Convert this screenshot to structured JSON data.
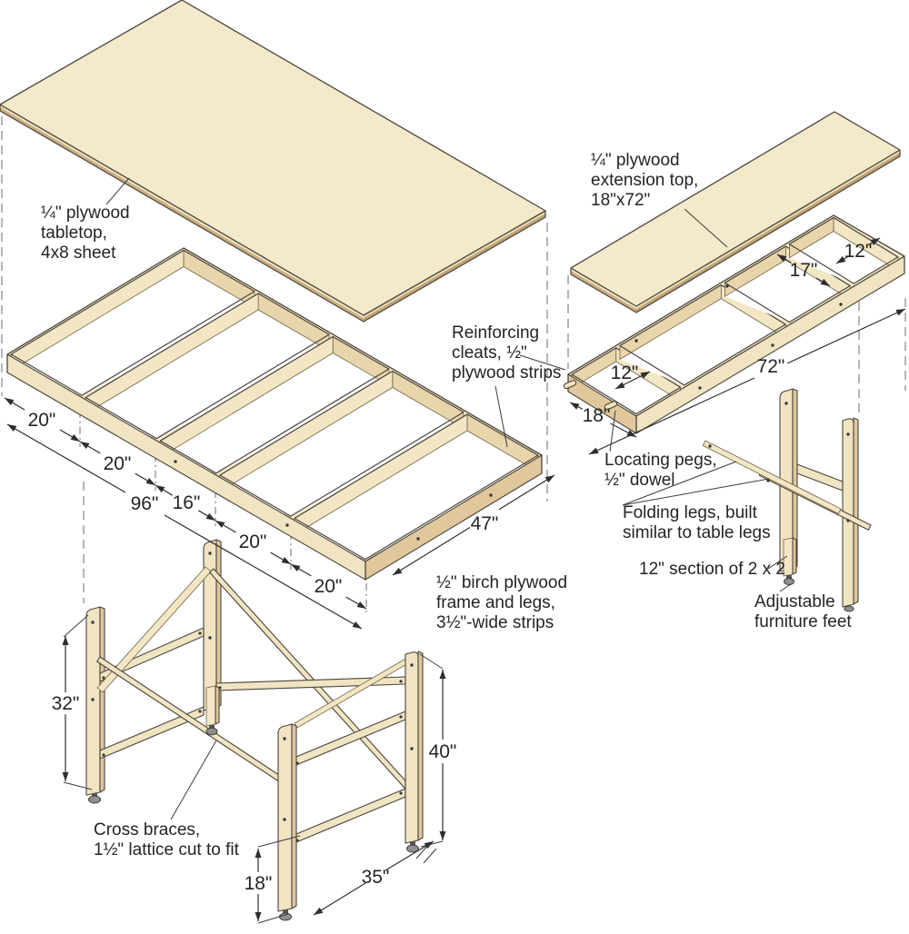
{
  "diagram": {
    "subject": "Folding plywood worktable exploded assembly diagram",
    "background": "#ffffff"
  },
  "labels": {
    "tabletop": {
      "line1": "¼\" plywood",
      "line2": "tabletop,",
      "line3": "4x8 sheet"
    },
    "extension_top": {
      "line1": "¼\" plywood",
      "line2": "extension top,",
      "line3": "18\"x72\""
    },
    "reinforcing_cleats": {
      "line1": "Reinforcing",
      "line2": "cleats, ½\"",
      "line3": "plywood strips"
    },
    "locating_pegs": {
      "line1": "Locating pegs,",
      "line2": "½\" dowel"
    },
    "folding_legs": {
      "line1": "Folding legs, built",
      "line2": "similar to table legs"
    },
    "section_2x2": {
      "line1": "12\" section of 2 x 2"
    },
    "adjustable_feet": {
      "line1": "Adjustable",
      "line2": "furniture feet"
    },
    "birch_frame": {
      "line1": "½\" birch plywood",
      "line2": "frame and legs,",
      "line3": "3½\"-wide strips"
    },
    "cross_braces": {
      "line1": "Cross braces,",
      "line2": "1½\" lattice cut to fit"
    }
  },
  "dimensions": {
    "frame_chain": [
      "20\"",
      "20\"",
      "16\"",
      "20\"",
      "20\""
    ],
    "frame_overall_length": "96\"",
    "frame_width": "47\"",
    "extension_left_bay": "12\"",
    "extension_width": "18\"",
    "extension_cleat_spacing": "17\"",
    "extension_right_bay": "12\"",
    "extension_length": "72\"",
    "rear_leg_height": "32\"",
    "front_leg_height": "40\"",
    "rail_height": "18\"",
    "trestle_width": "35\""
  },
  "palette": {
    "plywood_top": "#f4e9ca",
    "wood_light": "#f1e4c2",
    "wood_shade": "#e0c79c",
    "wood_inner": "#e8d5ac",
    "outline": "#4a453c",
    "text": "#242424"
  }
}
